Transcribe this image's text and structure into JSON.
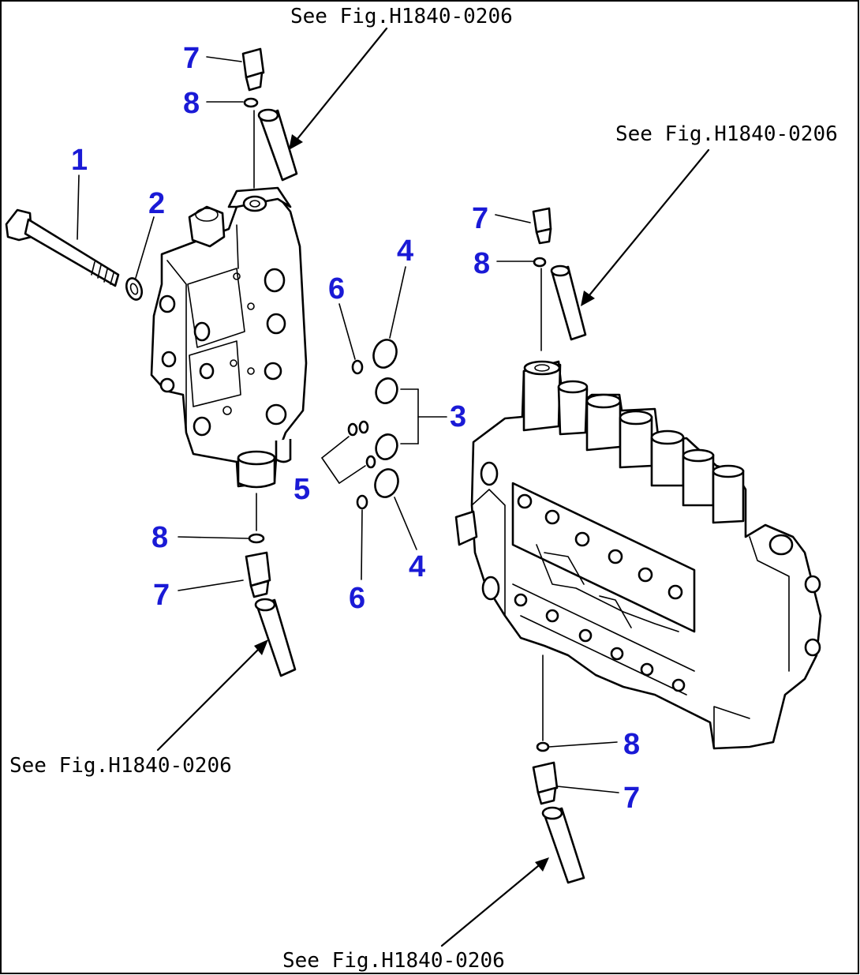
{
  "colors": {
    "callout": "#1a1ad6",
    "line": "#000000",
    "background": "#ffffff"
  },
  "references": {
    "top_left": "See Fig.H1840-0206",
    "top_right": "See Fig.H1840-0206",
    "bottom_left": "See Fig.H1840-0206",
    "bottom_right": "See Fig.H1840-0206"
  },
  "callouts": {
    "c1": "1",
    "c2": "2",
    "c3": "3",
    "c4a": "4",
    "c4b": "4",
    "c5": "5",
    "c6a": "6",
    "c6b": "6",
    "c7a": "7",
    "c7b": "7",
    "c7c": "7",
    "c7d": "7",
    "c8a": "8",
    "c8b": "8",
    "c8c": "8",
    "c8d": "8"
  }
}
